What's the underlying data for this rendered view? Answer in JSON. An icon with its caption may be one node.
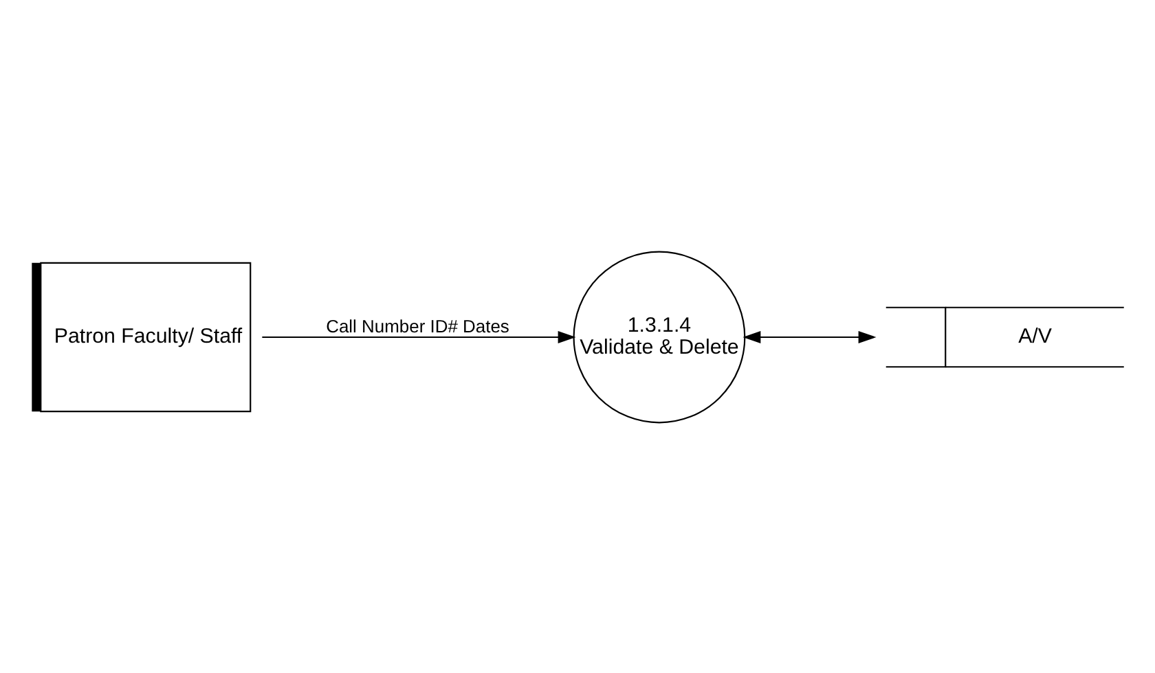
{
  "diagram": {
    "nodes": [
      {
        "text": [
          "Patron Faculty/ Staff"
        ]
      },
      {
        "text": [
          "1.3.1.4",
          "Validate & Delete"
        ]
      },
      {
        "text": [
          "A/V"
        ]
      }
    ],
    "edges": [
      {
        "from": 0,
        "to": 1,
        "arrow": "to",
        "label": "Call Number ID# Dates"
      },
      {
        "from": 1,
        "to": 2,
        "arrow": "both"
      }
    ]
  }
}
